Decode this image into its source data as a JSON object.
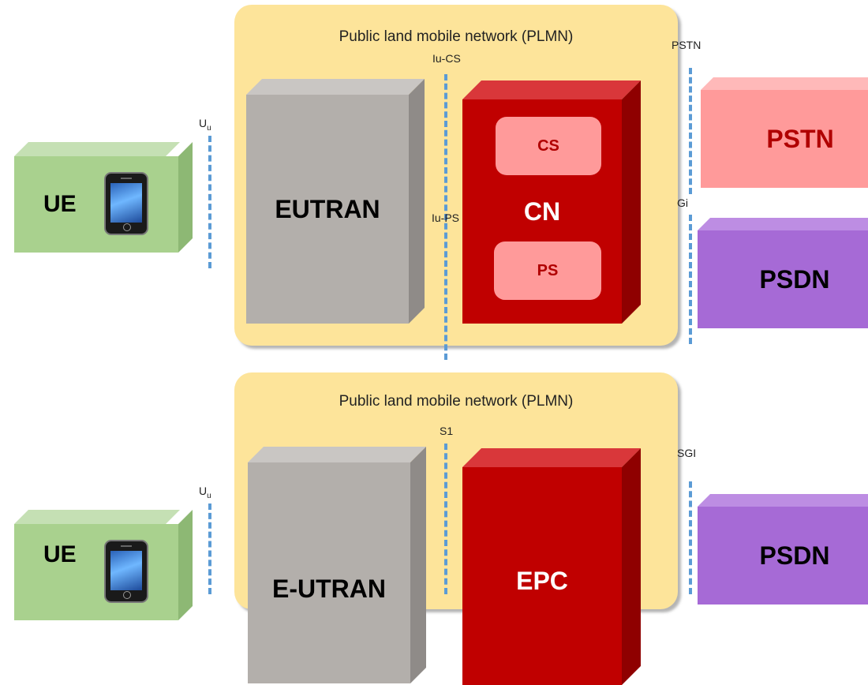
{
  "top": {
    "plmn_title": "Public land mobile network (PLMN)",
    "ue_label": "UE",
    "ran_label": "EUTRAN",
    "core_label": "CN",
    "cs_label": "CS",
    "ps_label": "PS",
    "pstn_label": "PSTN",
    "psdn_label": "PSDN",
    "if_uu": "U",
    "if_uu_sub": "u",
    "if_iucs": "Iu-CS",
    "if_iups": "Iu-PS",
    "if_pstn": "PSTN",
    "if_gi": "Gi"
  },
  "bottom": {
    "plmn_title": "Public land mobile network (PLMN)",
    "ue_label": "UE",
    "ran_label": "E-UTRAN",
    "core_label": "EPC",
    "psdn_label": "PSDN",
    "if_uu": "U",
    "if_uu_sub": "u",
    "if_s1": "S1",
    "if_sgi": "SGI"
  },
  "colors": {
    "plmn": "#fde49a",
    "ue": "#a9d18e",
    "ran": "#b3afab",
    "core": "#c00000",
    "pstn": "#ff9a9a",
    "psdn": "#a66ad6",
    "interface": "#5b9bd5"
  },
  "icons": [
    "smartphone-icon"
  ]
}
